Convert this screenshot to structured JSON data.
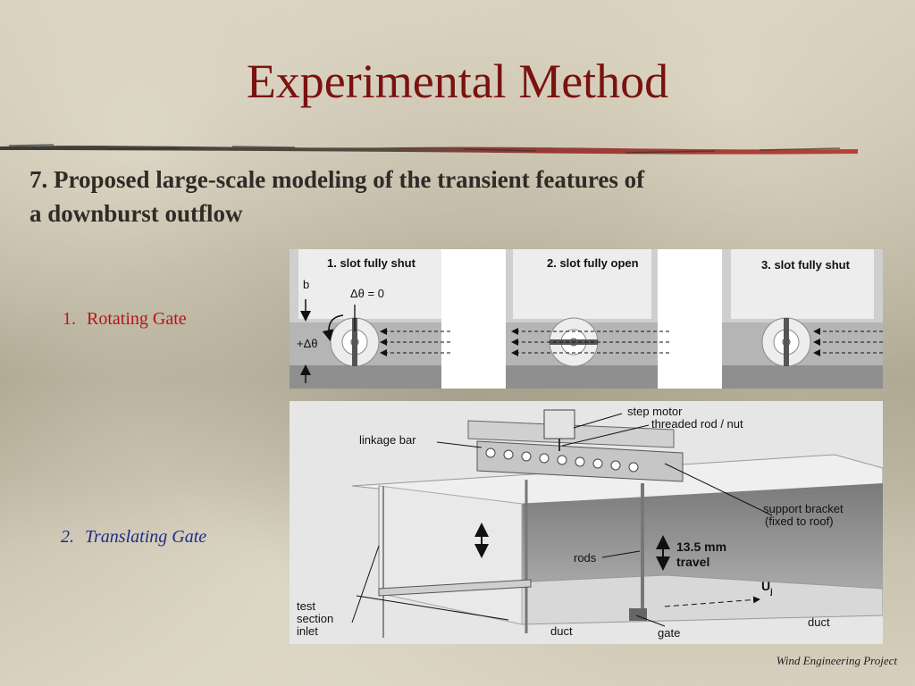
{
  "slide": {
    "title": "Experimental Method",
    "subtitle": "7. Proposed large-scale modeling of the transient features of a downburst   outflow",
    "footer": "Wind Engineering Project"
  },
  "list": [
    {
      "number": "1.",
      "label": "Rotating Gate",
      "color": "#b3151b"
    },
    {
      "number": "2.",
      "label": "Translating Gate",
      "color": "#1c2d86"
    }
  ],
  "rotating_gate_figure": {
    "panels": [
      "1. slot fully shut",
      "2. slot fully open",
      "3. slot fully shut"
    ],
    "annotations": {
      "b": "b",
      "delta_zero": "Δθ = 0",
      "plus_delta": "+Δθ"
    }
  },
  "translating_gate_figure": {
    "labels": {
      "step_motor": "step motor",
      "threaded_rod": "threaded rod / nut",
      "linkage_bar": "linkage bar",
      "support_bracket": "support bracket",
      "fixed_to_roof": "(fixed to roof)",
      "rods": "rods",
      "travel_value": "13.5 mm",
      "travel": "travel",
      "uj": "U",
      "uj_sub": "j",
      "test": "test",
      "section": "section",
      "inlet": "inlet",
      "duct_left": "duct",
      "duct_right": "duct",
      "gate": "gate"
    }
  },
  "colors": {
    "title": "#7a1210",
    "subtitle": "#2f2b26",
    "item1": "#b3151b",
    "item2": "#1c2d86"
  }
}
